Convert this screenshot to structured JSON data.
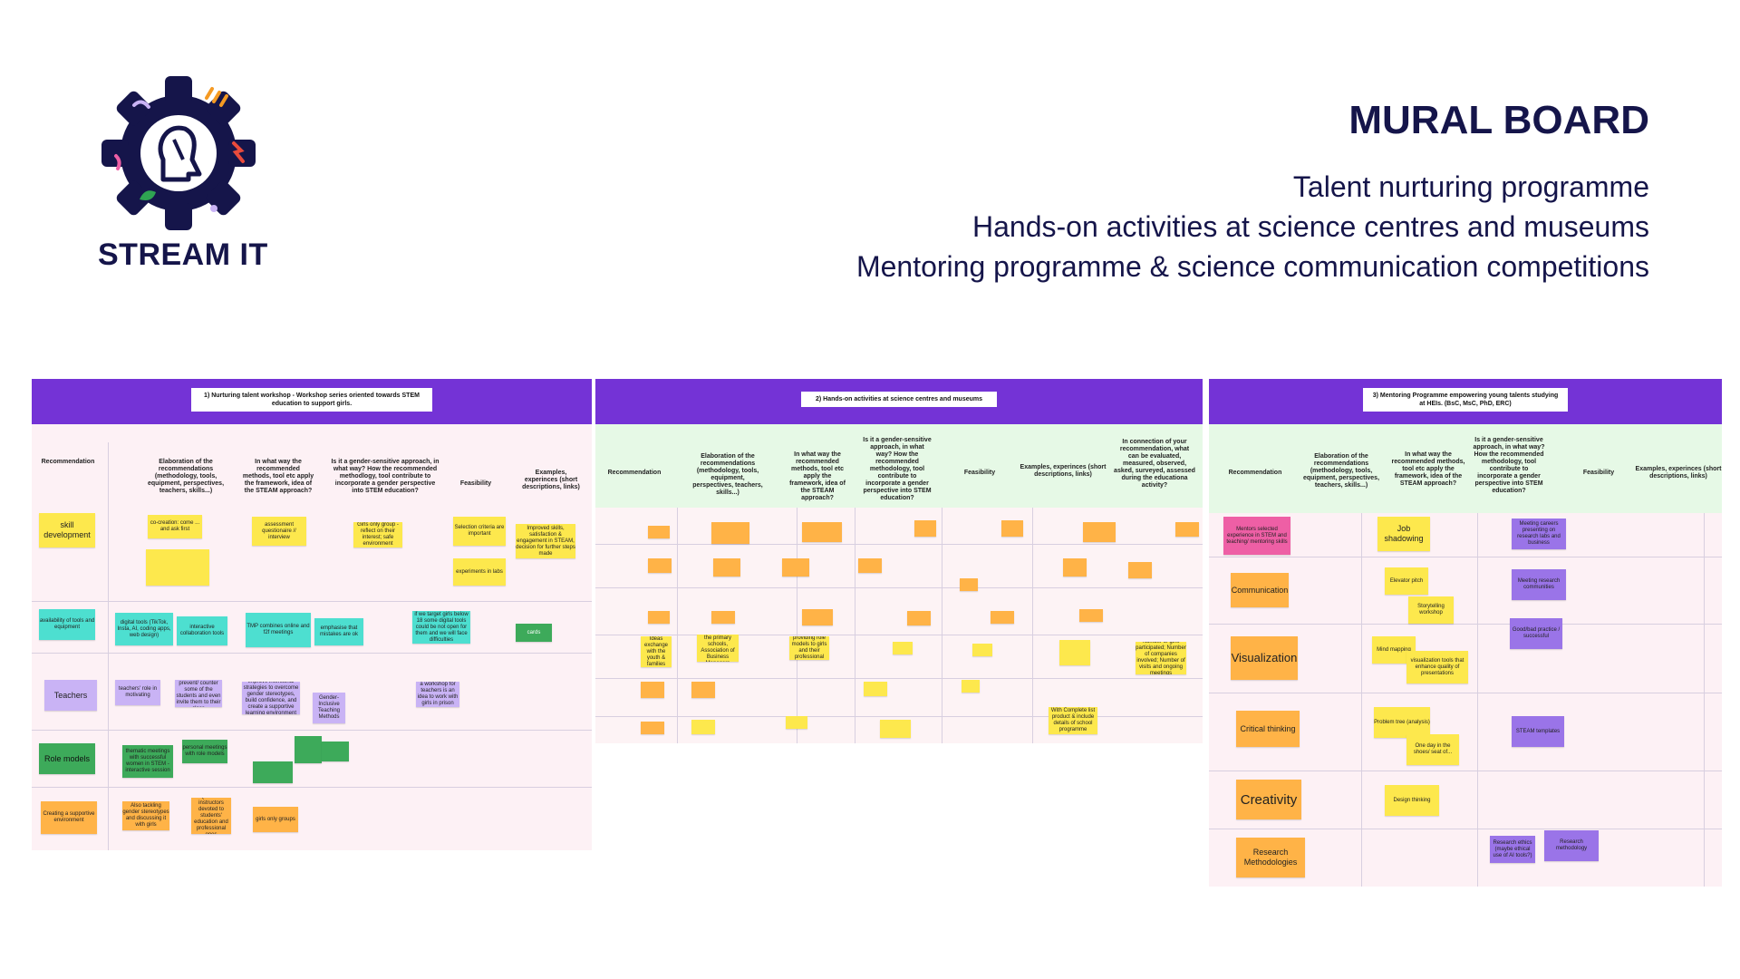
{
  "header": {
    "title": "MURAL BOARD",
    "lines": [
      "Talent nurturing programme",
      "Hands-on activities at science centres and museums",
      "Mentoring programme & science communication competitions"
    ]
  },
  "brand": {
    "name": "STREAM IT"
  },
  "colors": {
    "navy": "#15154a",
    "purple": "#7433d6",
    "orange": "#f59a23",
    "red": "#e94b3c",
    "green": "#2fa352"
  },
  "boards": {
    "b1": {
      "title": "1) Nurturing talent workshop - Workshop series oriented towards STEM education to support girls.",
      "cols": [
        "Recommendation",
        "Elaboration of the recommendations (methodology, tools, equipment, perspectives, teachers, skills...)",
        "In what way the recommended methods, tool etc apply the framework, idea of the STEAM approach?",
        "Is it a gender-sensitive approach, in what way? How the recommended methodlogy, tool contribute to incorporate a gender perspective into STEM education?",
        "Feasibility",
        "Examples, experinces (short descriptions, links)"
      ],
      "rows": [
        "skill development",
        "availability of tools and equipment",
        "Teachers",
        "Role models",
        "Creating a supportive environment"
      ],
      "notes": {
        "n1": "co-creation: come ... and ask first",
        "n2": "assessment questionaire // interview",
        "n3": "Girls only group - reflect on their interest; safe environment",
        "n4": "Selection criteria are important",
        "n5": "experiments in labs",
        "n6": "Improved skills, satisfaction & engagement in STEAM, decision for further steps made",
        "n7": "digital tools (TikTok, Insta, AI, coding apps, web design)",
        "n8": "interactive collaboration tools",
        "n9": "TMP combines online and f2f meetings",
        "n10": "emphasise that mistakes are ok",
        "n11": "if we target girls below 18 some digital tools could be not open for them and we will face difficulties",
        "n12": "cards",
        "n13": "teachers' role in motivating",
        "n14": "teachers could prevent/ counter some of the students and even invite them to their class",
        "n15": "Improve intentional strategies to overcome gender stereotypes, build confidence, and create a supportive learning environment",
        "n16": "Gender-Inclusive Teaching Methods",
        "n17": "a workshop for teachers is an idea to work with girls in prison",
        "n18": "thematic meetings with successful women in STEM - interactive session",
        "n19": "personal meetings with role models",
        "n20": "Creating a supportive environment",
        "n21": "Also tackling gender stereotypes and discussing it with girls",
        "n22": "Qualified instructors devoted to students' education and professional ones",
        "n23": "girls only groups"
      }
    },
    "b2": {
      "title": "2) Hands-on activities at science centres and museums",
      "cols": [
        "Recommendation",
        "Elaboration of the recommendations (methodology, tools, equipment, perspectives, teachers, skills...)",
        "In what way the recommended methods, tool etc apply the framework, idea of the STEAM approach?",
        "Is it a gender-sensitive approach, in what way? How the recommended methodology, tool contribute to incorporate a gender perspective into STEM education?",
        "Feasibility",
        "Examples, experinces (short descriptions, links)",
        "In connection of your recommendation, what can be evaluated, measured, observed, asked, surveyed, assessed during the educationa activity?"
      ],
      "notes": {
        "m1": "Cooperation with the primary schools, Association of Business Managers",
        "m2": "Through providing role models to girls and their professional advisors",
        "m3": "Number of girls participated; Number of companies involved; Number of visits and ongoing meetings",
        "m4": "Ideas exchange with the youth & families",
        "m5": "With Complete list product & include details of school programme"
      }
    },
    "b3": {
      "title": "3) Mentoring Programme empowering young talents studying at HEIs. (BsC, MsC, PhD, ERC)",
      "cols": [
        "Recommendation",
        "Elaboration of the recommendations (methodology, tools, equipment, perspectives, teachers, skills...)",
        "In what way the recommended methods, tool etc apply the framework, idea of the STEAM approach?",
        "Is it a gender-sensitive approach, in what way? How the recommended methodology, tool contribute to incorporate a gender perspective into STEM education?",
        "Feasibility",
        "Examples, experinces (short descriptions, links)"
      ],
      "rows": [
        "Mentors selected experience in STEM and teaching/ mentoring skills",
        "Communication",
        "Visualization",
        "Critical thinking",
        "Creativity",
        "Research Methodologies"
      ],
      "notes": {
        "r1": "Job shadowing",
        "r2": "Elevator pitch",
        "r3": "Storytelling workshop",
        "r4": "Mind mapping",
        "r5": "visualization tools that enhance quality of presentations",
        "r6": "Problem tree (analysis)",
        "r7": "One day in the shoes/ seat of...",
        "r8": "Design thinking",
        "r9": "Meeting careers presenting on research labs and business",
        "r10": "Meeting research communities",
        "r11": "Good/bad practice / successful",
        "r12": "STEAM templates",
        "r13": "Research ethics (maybe ethical use of AI tools?)",
        "r14": "Research methodology"
      }
    }
  }
}
